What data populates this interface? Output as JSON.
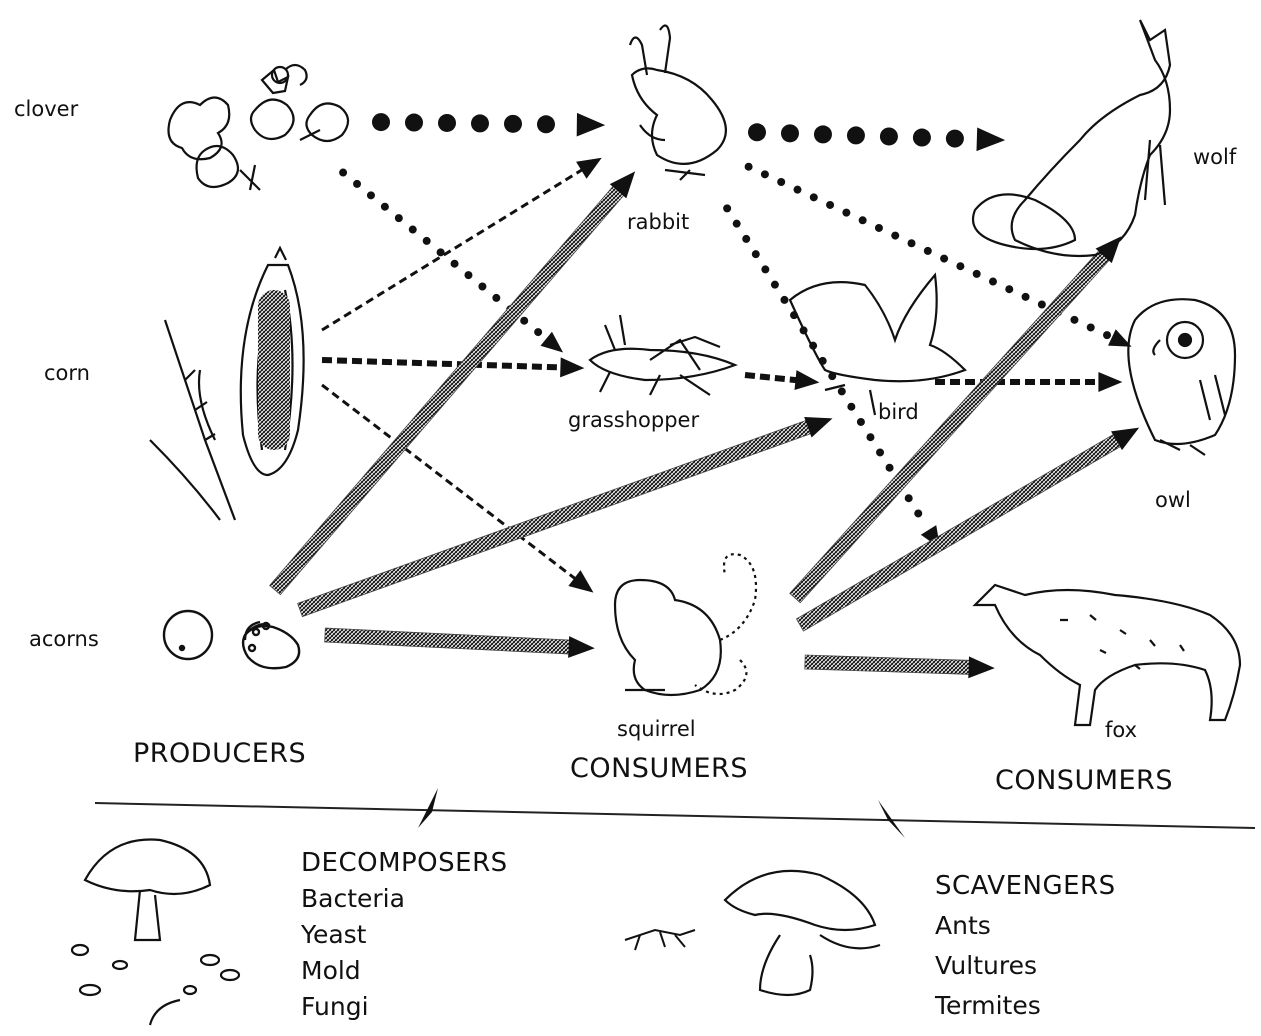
{
  "organisms": {
    "clover": "clover",
    "corn": "corn",
    "acorns": "acorns",
    "rabbit": "rabbit",
    "grasshopper": "grasshopper",
    "bird": "bird",
    "squirrel": "squirrel",
    "wolf": "wolf",
    "owl": "owl",
    "fox": "fox"
  },
  "headings": {
    "producers": "PRODUCERS",
    "consumers_primary": "CONSUMERS",
    "consumers_secondary": "CONSUMERS"
  },
  "decomposers": {
    "title": "DECOMPOSERS",
    "items": [
      "Bacteria",
      "Yeast",
      "Mold",
      "Fungi"
    ]
  },
  "scavengers": {
    "title": "SCAVENGERS",
    "items": [
      "Ants",
      "Vultures",
      "Termites"
    ]
  },
  "links": [
    {
      "from": "clover",
      "to": "rabbit",
      "style": "large-dots"
    },
    {
      "from": "clover",
      "to": "grasshopper",
      "style": "small-dots"
    },
    {
      "from": "corn",
      "to": "rabbit",
      "style": "dashes"
    },
    {
      "from": "corn",
      "to": "grasshopper",
      "style": "dashes"
    },
    {
      "from": "corn",
      "to": "squirrel",
      "style": "dashes"
    },
    {
      "from": "acorns",
      "to": "rabbit",
      "style": "hatched"
    },
    {
      "from": "acorns",
      "to": "bird",
      "style": "hatched"
    },
    {
      "from": "acorns",
      "to": "squirrel",
      "style": "hatched"
    },
    {
      "from": "rabbit",
      "to": "wolf",
      "style": "large-dots"
    },
    {
      "from": "rabbit",
      "to": "owl",
      "style": "small-dots"
    },
    {
      "from": "rabbit",
      "to": "fox",
      "style": "small-dots"
    },
    {
      "from": "grasshopper",
      "to": "bird",
      "style": "dashes"
    },
    {
      "from": "bird",
      "to": "owl",
      "style": "dashes"
    },
    {
      "from": "squirrel",
      "to": "wolf",
      "style": "hatched"
    },
    {
      "from": "squirrel",
      "to": "owl",
      "style": "hatched"
    },
    {
      "from": "squirrel",
      "to": "fox",
      "style": "hatched"
    },
    {
      "from": "consumers",
      "to": "decomposers",
      "style": "solid"
    },
    {
      "from": "consumers",
      "to": "scavengers",
      "style": "solid"
    }
  ]
}
